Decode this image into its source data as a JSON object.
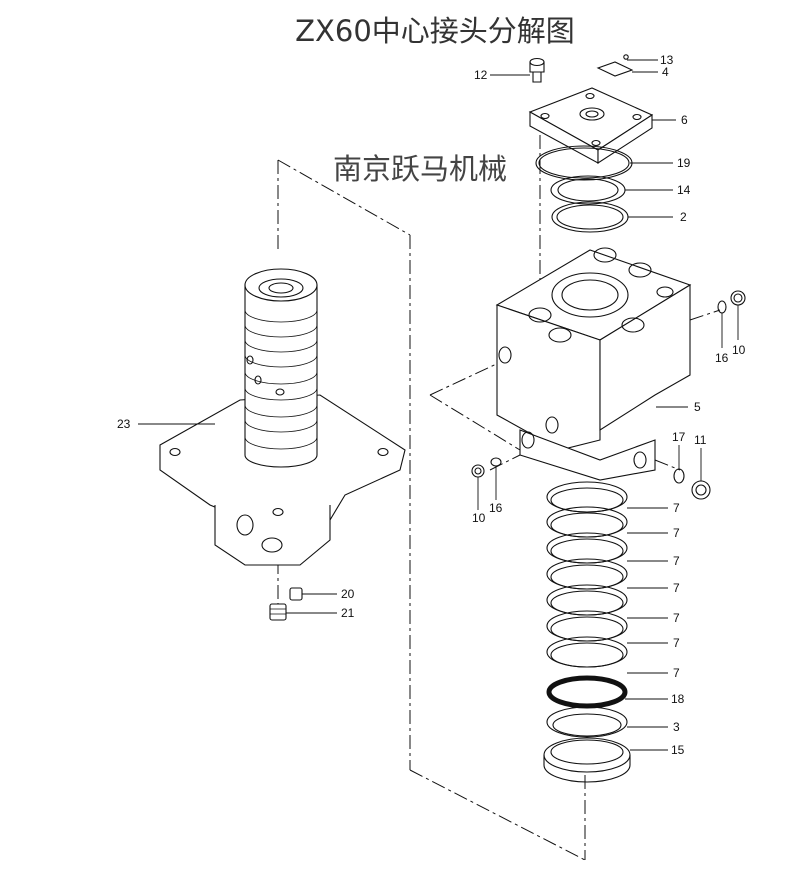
{
  "title": "ZX60中心接头分解图",
  "watermark": "南京跃马机械",
  "callouts": [
    "13",
    "12",
    "4",
    "6",
    "19",
    "14",
    "2",
    "10",
    "16",
    "5",
    "17",
    "11",
    "10",
    "16",
    "23",
    "7",
    "7",
    "7",
    "7",
    "7",
    "7",
    "7",
    "18",
    "3",
    "15",
    "20",
    "21"
  ],
  "colors": {
    "line": "#111111",
    "background": "#ffffff",
    "title": "#333333"
  }
}
